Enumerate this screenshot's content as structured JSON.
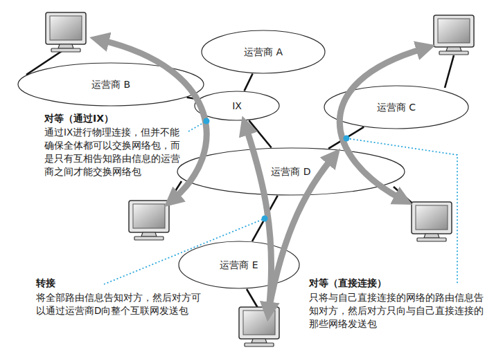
{
  "diagram": {
    "nodes": [
      {
        "text": [
          "运营商 A"
        ]
      },
      {
        "text": [
          "运营商 B"
        ]
      },
      {
        "text": [
          "IX"
        ]
      },
      {
        "text": [
          "运营商 C"
        ]
      },
      {
        "text": [
          "运营商 D"
        ]
      },
      {
        "text": [
          "运营商 E"
        ]
      }
    ],
    "edges": [
      {
        "from": 0,
        "to": 2,
        "arrow": "none"
      },
      {
        "from": 1,
        "to": 2,
        "arrow": "none"
      },
      {
        "from": 2,
        "to": 4,
        "arrow": "none"
      },
      {
        "from": 3,
        "to": 4,
        "arrow": "none"
      },
      {
        "from": 4,
        "to": 5,
        "arrow": "none"
      }
    ],
    "labels": [
      "对等（通过IX）",
      "通过IX进行物理连接，但并不能确保全体都可以交换网络包，而是只有互相告知路由信息的运营商之间才能交换网络包",
      "转接",
      "将全部路由信息告知对方，然后对方可以通过运营商D向整个互联网发送包",
      "对等（直接连接）",
      "只将与自己直接连接的网络的路由信息告知对方，然后对方只向与自己直接连接的那些网络发送包"
    ]
  }
}
